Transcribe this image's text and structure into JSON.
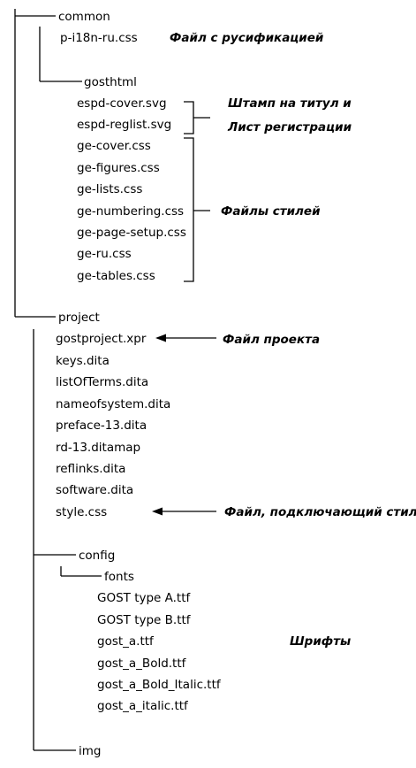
{
  "tree": {
    "common": "common",
    "rus_css": "p-i18n-ru.css",
    "gosthtml": "gosthtml",
    "gosthtml_files": [
      "espd-cover.svg",
      "espd-reglist.svg",
      "ge-cover.css",
      "ge-figures.css",
      "ge-lists.css",
      "ge-numbering.css",
      "ge-page-setup.css",
      "ge-ru.css",
      "ge-tables.css"
    ],
    "project": "project",
    "project_files": [
      "gostproject.xpr",
      "keys.dita",
      "listOfTerms.dita",
      "nameofsystem.dita",
      "preface-13.dita",
      "rd-13.ditamap",
      "reflinks.dita",
      "software.dita",
      "style.css"
    ],
    "config": "config",
    "fonts": "fonts",
    "font_files": [
      "GOST type A.ttf",
      "GOST type B.ttf",
      "gost_a.ttf",
      "gost_a_Bold.ttf",
      "gost_a_Bold_Italic.ttf",
      "gost_a_italic.ttf"
    ],
    "img": "img"
  },
  "annotations": {
    "rus": "Файл с русификацией",
    "stamp_line1": "Штамп на титул и",
    "stamp_line2": "Лист регистрации",
    "styles": "Файлы стилей",
    "project_file": "Файл проекта",
    "style_file": "Файл, подключающий стили",
    "fonts": "Шрифты"
  }
}
